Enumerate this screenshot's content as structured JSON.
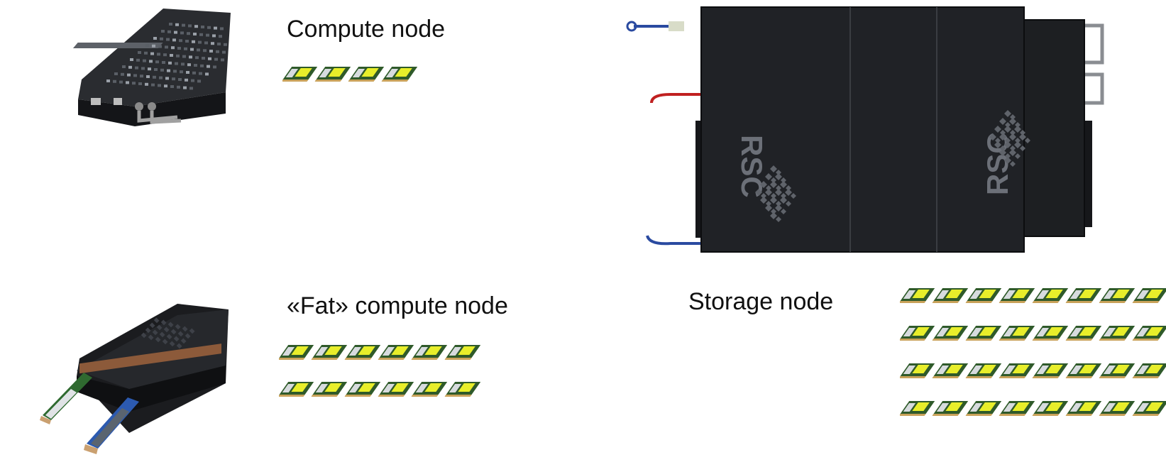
{
  "labels": {
    "compute": "Compute node",
    "fat_compute": "«Fat» compute node",
    "storage": "Storage node"
  },
  "nodes": [
    {
      "id": "compute",
      "drive_rows": 1,
      "drives_per_row": 4
    },
    {
      "id": "fat_compute",
      "drive_rows": 2,
      "drives_per_row": 6
    },
    {
      "id": "storage",
      "drive_rows": 4,
      "drives_per_row": 8
    }
  ],
  "logo_text": "RSC",
  "colors": {
    "chassis": "#1e2024",
    "chassis_edge": "#0c0d0f",
    "logo": "#6c7078",
    "drive_pcb": "#2f5a2a",
    "drive_label": "#e8ee2a",
    "cable_blue": "#2a4aa0",
    "cable_red": "#c02020"
  }
}
